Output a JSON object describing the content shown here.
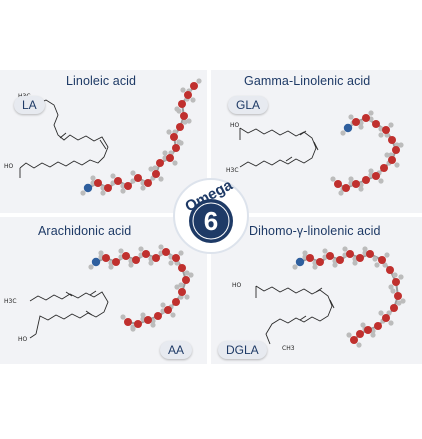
{
  "panels": [
    {
      "name": "Linoleic acid",
      "abbr": "LA",
      "head": "H3C",
      "tail": "HO"
    },
    {
      "name": "Gamma-Linolenic acid",
      "abbr": "GLA",
      "head": "HO",
      "tail": "H3C"
    },
    {
      "name": "Arachidonic acid",
      "abbr": "AA",
      "head": "H3C",
      "tail": "HO"
    },
    {
      "name": "Dihomo-γ-linolenic acid",
      "abbr": "DGLA",
      "head": "HO",
      "tail": "CH3"
    }
  ],
  "badge": {
    "word": "Omega",
    "number": "6"
  },
  "colors": {
    "navy": "#1e3a66",
    "panel": "#f2f3f6",
    "carbon": "#c0302e",
    "hydrogen": "#bcbcbc",
    "oxygen": "#2f5f9e"
  }
}
